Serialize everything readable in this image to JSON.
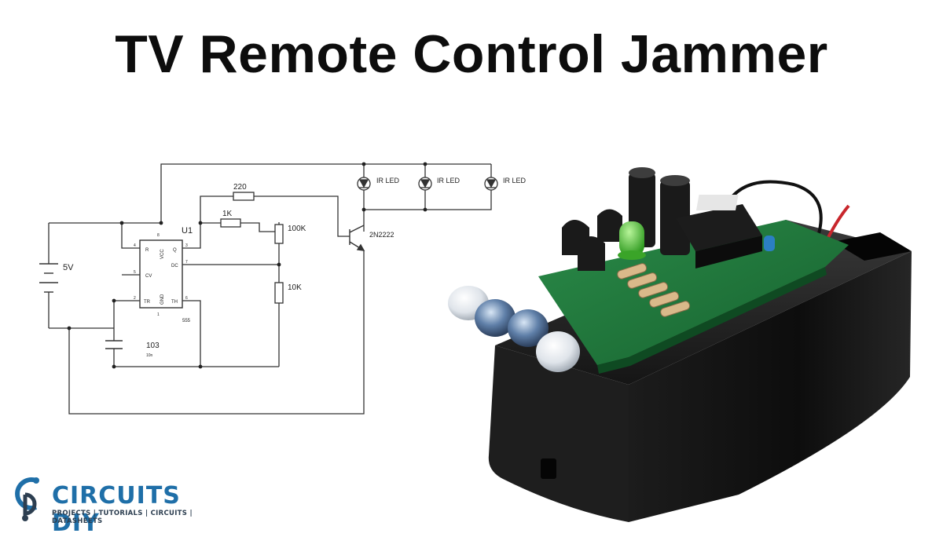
{
  "title": "TV Remote Control Jammer",
  "schematic": {
    "ic_ref": "U1",
    "ic_part": "555",
    "pins": {
      "reset_num": "4",
      "reset": "R",
      "vcc_num": "8",
      "vcc": "VCC",
      "cv_num": "5",
      "cv": "CV",
      "trig_num": "2",
      "trig": "TR",
      "gnd_num": "1",
      "gnd": "GND",
      "out_num": "3",
      "out": "Q",
      "disch_num": "7",
      "disch": "DC",
      "thr_num": "6",
      "thr": "TH"
    },
    "supply": "5V",
    "r_base": "220",
    "r1": "1K",
    "pot": "100K",
    "r2": "10K",
    "cap": "103",
    "cap_sub": "10n",
    "transistor": "2N2222",
    "led_labels": [
      "IR LED",
      "IR LED",
      "IR LED"
    ]
  },
  "logo": {
    "name": "CIRCUITS DIY",
    "tagline": "PROJECTS | TUTORIALS | CIRCUITS | DATASHEETS"
  },
  "colors": {
    "logo_blue": "#1f6fa8",
    "pcb_green": "#1f7a3c",
    "case_black": "#141414"
  }
}
